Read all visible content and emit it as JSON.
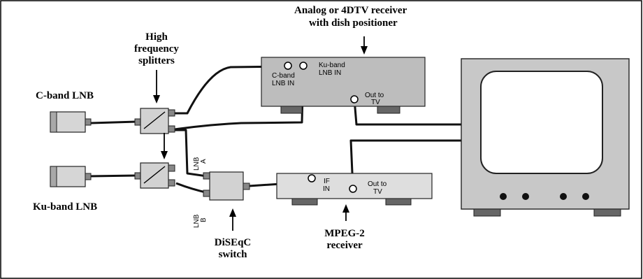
{
  "labels": {
    "analog_receiver_line1": "Analog or 4DTV receiver",
    "analog_receiver_line2": "with dish positioner",
    "splitters_line1": "High",
    "splitters_line2": "frequency",
    "splitters_line3": "splitters",
    "c_band_lnb": "C-band LNB",
    "ku_band_lnb": "Ku-band LNB",
    "diseqc_line1": "DiSEqC",
    "diseqc_line2": "switch",
    "mpeg2_line1": "MPEG-2",
    "mpeg2_line2": "receiver"
  },
  "ports": {
    "c_band_in_line1": "C-band",
    "c_band_in_line2": "LNB IN",
    "ku_band_in_line1": "Ku-band",
    "ku_band_in_line2": "LNB IN",
    "out_to_tv_top_line1": "Out to",
    "out_to_tv_top_line2": "TV",
    "if_in_line1": "IF",
    "if_in_line2": "IN",
    "out_to_tv_bottom_line1": "Out to",
    "out_to_tv_bottom_line2": "TV",
    "lnb_a_line1": "LNB",
    "lnb_a_line2": "A",
    "lnb_b_line1": "LNB",
    "lnb_b_line2": "B"
  }
}
